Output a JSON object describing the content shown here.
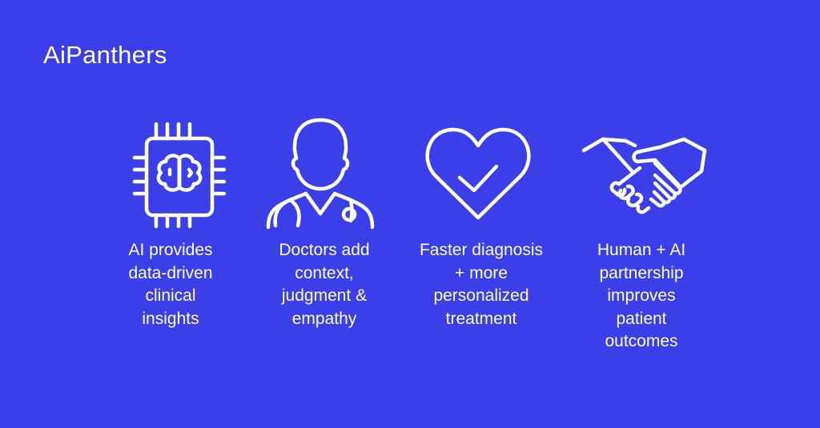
{
  "brand": {
    "logo_text": "AiPanthers"
  },
  "items": [
    {
      "icon": "ai-chip-brain-icon",
      "lines": [
        "AI provides",
        "data-driven",
        "clinical",
        "insights"
      ]
    },
    {
      "icon": "doctor-stethoscope-icon",
      "lines": [
        "Doctors add",
        "context,",
        "judgment &",
        "empathy"
      ]
    },
    {
      "icon": "heart-check-icon",
      "lines": [
        "Faster diagnosis",
        "+ more",
        "personalized",
        "treatment"
      ]
    },
    {
      "icon": "handshake-icon",
      "lines": [
        "Human + AI",
        "partnership",
        "improves",
        "patient",
        "outcomes"
      ]
    }
  ],
  "colors": {
    "background": "#3a3fe8",
    "foreground": "#ffffff"
  }
}
